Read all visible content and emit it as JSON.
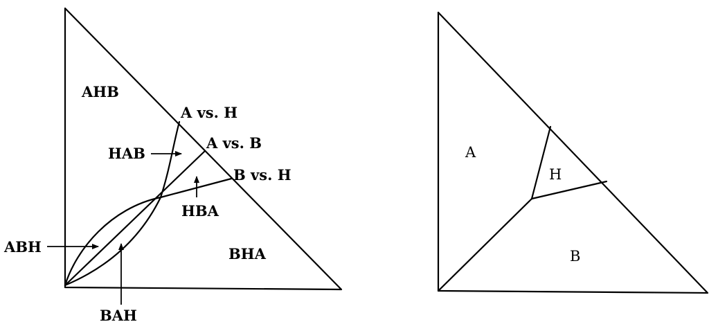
{
  "left_diagram": {
    "regions": {
      "ahb": "AHB",
      "hab": "HAB",
      "hba": "HBA",
      "abh": "ABH",
      "bah": "BAH",
      "bha": "BHA"
    },
    "boundaries": {
      "a_vs_h": "A vs. H",
      "a_vs_b": "A vs. B",
      "b_vs_h": "B vs. H"
    }
  },
  "right_diagram": {
    "regions": {
      "a": "A",
      "h": "H",
      "b": "B"
    }
  },
  "colors": {
    "line": "#000000",
    "background": "#ffffff"
  }
}
